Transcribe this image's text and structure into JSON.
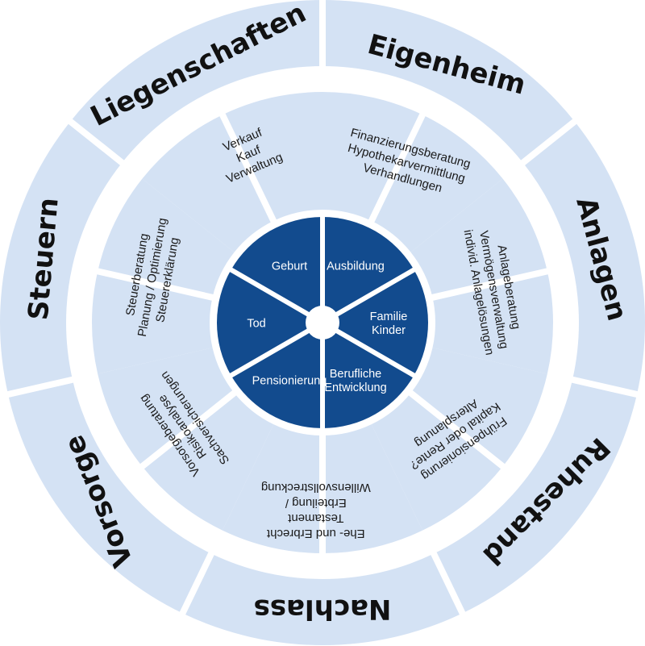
{
  "colors": {
    "outer_ring": "#d4e2f4",
    "middle_ring": "#d4e2f4",
    "inner_disc": "#124b8e",
    "divider": "#ffffff"
  },
  "outer_ring": [
    {
      "key": "eigenheim",
      "label": "Eigenheim"
    },
    {
      "key": "anlagen",
      "label": "Anlagen"
    },
    {
      "key": "ruhestand",
      "label": "Ruhestand"
    },
    {
      "key": "nachlass",
      "label": "Nachlass"
    },
    {
      "key": "vorsorge",
      "label": "Vorsorge"
    },
    {
      "key": "steuern",
      "label": "Steuern"
    },
    {
      "key": "liegenschaften",
      "label": "Liegenschaften"
    }
  ],
  "middle_ring": [
    {
      "key": "eigenheim",
      "lines": [
        "Finanzierungsberatung",
        "Hypothekarvermittlung",
        "Verhandlungen"
      ]
    },
    {
      "key": "anlagen",
      "lines": [
        "Anlageberatung",
        "Vermögensverwaltung",
        "individ. Anlagelösungen"
      ]
    },
    {
      "key": "ruhestand",
      "lines": [
        "Frühpensionierung",
        "Kapital oder Rente?",
        "Altersplanung"
      ]
    },
    {
      "key": "nachlass",
      "lines": [
        "Ehe- und Erbrecht",
        "Testament",
        "Erbteilung /",
        "Willensvollstreckung"
      ]
    },
    {
      "key": "vorsorge",
      "lines": [
        "Vorsorgeberatung",
        "Risikoanalyse",
        "Sachversicherungen"
      ]
    },
    {
      "key": "steuern",
      "lines": [
        "Steuerberatung",
        "Planung / Optimierung",
        "Steuererklärung"
      ]
    },
    {
      "key": "liegenschaften",
      "lines": [
        "Verkauf",
        "Kauf",
        "Verwaltung"
      ]
    }
  ],
  "inner_disc": [
    {
      "key": "ausbildung",
      "lines": [
        "Ausbildung"
      ]
    },
    {
      "key": "familie",
      "lines": [
        "Familie",
        "Kinder"
      ]
    },
    {
      "key": "entwicklung",
      "lines": [
        "Berufliche",
        "Entwicklung"
      ]
    },
    {
      "key": "pensionierung",
      "lines": [
        "Pensionierung"
      ]
    },
    {
      "key": "tod",
      "lines": [
        "Tod"
      ]
    },
    {
      "key": "geburt",
      "lines": [
        "Geburt"
      ]
    }
  ]
}
